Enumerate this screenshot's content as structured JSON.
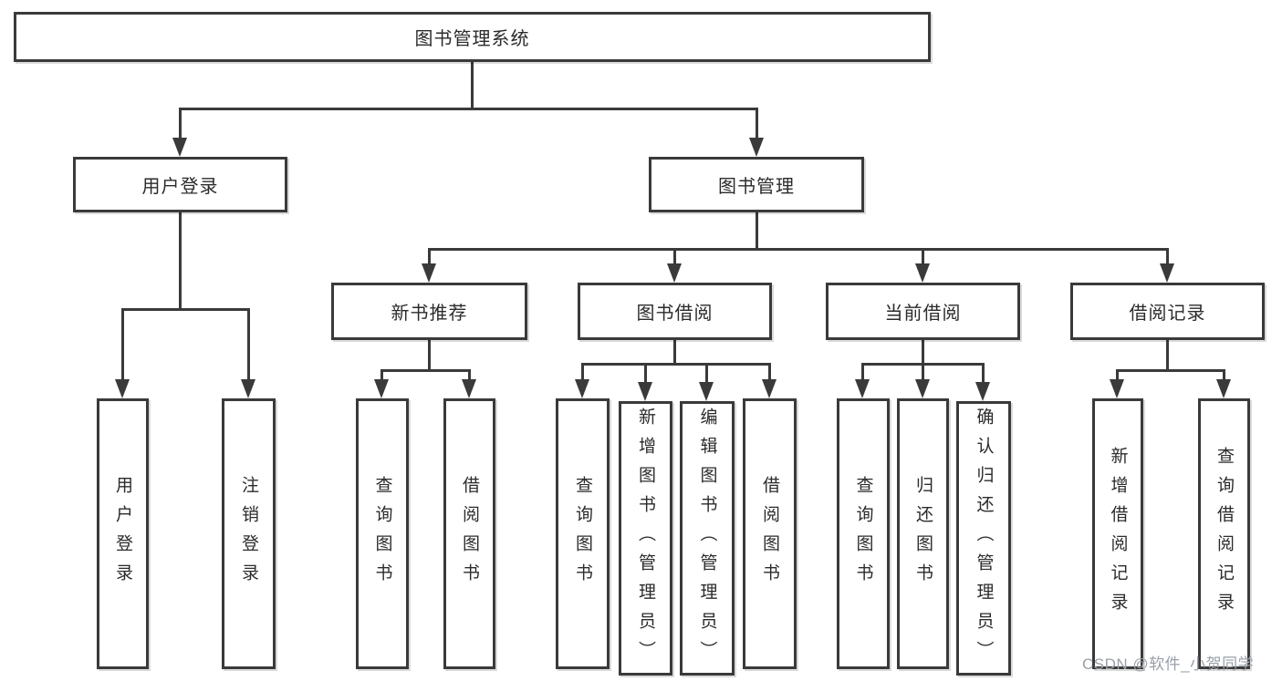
{
  "diagram": {
    "root": {
      "label": "图书管理系统"
    },
    "level1": [
      {
        "label": "用户登录"
      },
      {
        "label": "图书管理"
      }
    ],
    "level2": [
      {
        "label": "新书推荐"
      },
      {
        "label": "图书借阅"
      },
      {
        "label": "当前借阅"
      },
      {
        "label": "借阅记录"
      }
    ],
    "leaves": {
      "user_login": [
        "用户登录",
        "注销登录"
      ],
      "new_books": [
        "查询图书",
        "借阅图书"
      ],
      "book_borrow": [
        "查询图书",
        "新增图书（管理员）",
        "编辑图书（管理员）",
        "借阅图书"
      ],
      "current_borrow": [
        "查询图书",
        "归还图书",
        "确认归还（管理员）"
      ],
      "borrow_records": [
        "新增借阅记录",
        "查询借阅记录"
      ]
    }
  },
  "watermark": {
    "text": "CSDN @软件_小贺同学"
  },
  "colors": {
    "line": "#3a3a3a",
    "text": "#2b2b2b",
    "box_background": "#ffffff",
    "watermark": "#99a0a8"
  }
}
